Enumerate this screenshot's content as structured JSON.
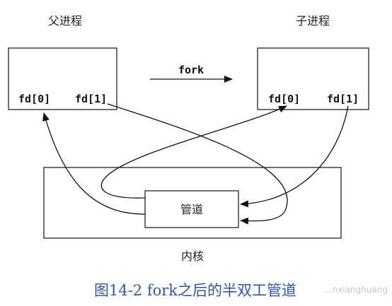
{
  "diagram": {
    "parent_label": "父进程",
    "child_label": "子进程",
    "fork_label": "fork",
    "parent_fd0": "fd[0]",
    "parent_fd1": "fd[1]",
    "child_fd0": "fd[0]",
    "child_fd1": "fd[1]",
    "pipe_label": "管道",
    "kernel_label": "内核",
    "caption": "图14-2   fork之后的半双工管道",
    "watermark": "...nxianghuang"
  },
  "colors": {
    "line": "#111111",
    "caption": "#2f56a6"
  }
}
